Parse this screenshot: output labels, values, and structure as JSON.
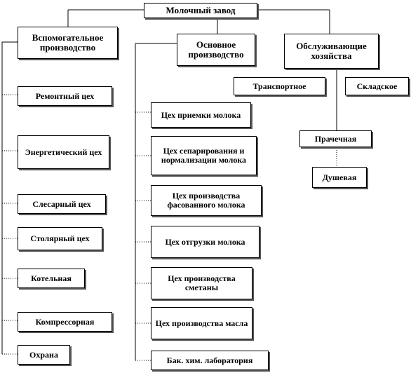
{
  "root": "Молочный завод",
  "branches": {
    "auxiliary": "Вспомогательное производство",
    "main": "Основное производство",
    "service": "Обслуживающие хозяйства"
  },
  "auxiliary_units": [
    "Ремонтный цех",
    "Энергетический цех",
    "Слесарный цех",
    "Столярный цех",
    "Котельная",
    "Компрессорная",
    "Охрана"
  ],
  "main_units": [
    "Цех приемки молока",
    "Цех сепарирования и нормализации молока",
    "Цех производства фасованного молока",
    "Цех отгрузки молока",
    "Цех производства сметаны",
    "Цех производства масла",
    "Бак. хим. лаборатория"
  ],
  "service_units": {
    "transport": "Транспортное",
    "warehouse": "Складское",
    "laundry": "Прачечная",
    "showers": "Душевая"
  }
}
